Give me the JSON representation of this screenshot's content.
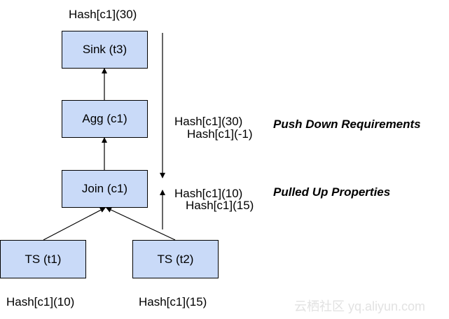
{
  "nodes": {
    "sink": "Sink (t3)",
    "agg": "Agg (c1)",
    "join": "Join (c1)",
    "ts1": "TS (t1)",
    "ts2": "TS (t2)"
  },
  "annotations": {
    "sink_top": "Hash[c1](30)",
    "push_req_1": "Hash[c1](30)",
    "push_req_2": "Hash[c1](-1)",
    "pull_prop_1": "Hash[c1](10)",
    "pull_prop_2": "Hash[c1](15)",
    "ts1_bottom": "Hash[c1](10)",
    "ts2_bottom": "Hash[c1](15)"
  },
  "headings": {
    "push_down": "Push Down Requirements",
    "pulled_up": "Pulled Up Properties"
  },
  "watermark": "云栖社区 yq.aliyun.com",
  "colors": {
    "node_fill": "#c9daf8",
    "stroke": "#000000"
  }
}
